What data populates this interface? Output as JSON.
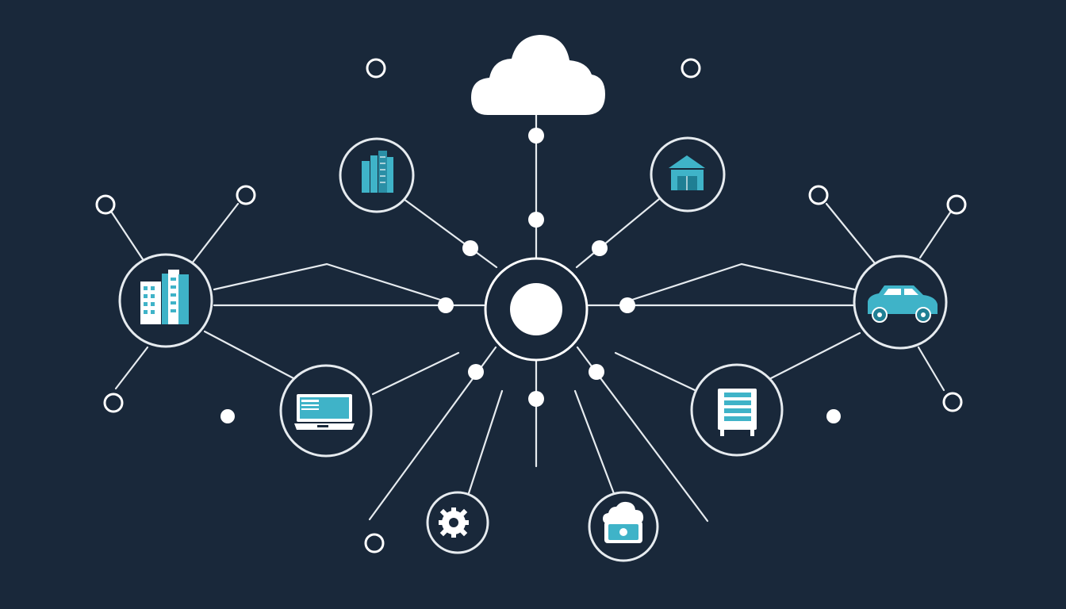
{
  "colors": {
    "background": "#19283a",
    "line": "#e6ebef",
    "node_fill": "#19283a",
    "accent": "#3fb3c8",
    "accent_dark": "#1f7f94",
    "white": "#ffffff"
  },
  "diagram": {
    "type": "hub-and-spoke network",
    "hub": {
      "icon": "hub-circle-icon"
    },
    "cloud": {
      "icon": "cloud-icon"
    },
    "nodes": [
      {
        "id": "office-buildings",
        "icon": "office-buildings-icon"
      },
      {
        "id": "warehouse",
        "icon": "warehouse-icon"
      },
      {
        "id": "city-buildings",
        "icon": "city-buildings-icon"
      },
      {
        "id": "car",
        "icon": "car-icon"
      },
      {
        "id": "laptop",
        "icon": "laptop-icon"
      },
      {
        "id": "server-rack",
        "icon": "server-rack-icon"
      },
      {
        "id": "settings",
        "icon": "gear-icon"
      },
      {
        "id": "cloud-device",
        "icon": "cloud-device-icon"
      }
    ]
  }
}
